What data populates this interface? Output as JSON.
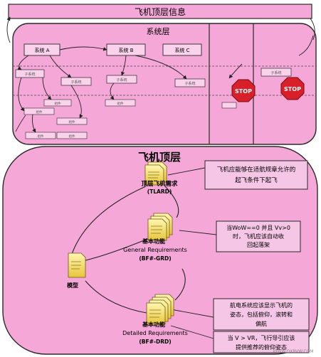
{
  "banner": {
    "title": "飞机顶层信息"
  },
  "systems_panel": {
    "title": "系统层",
    "systems": [
      "系统 A",
      "系统 B",
      "系统 C"
    ],
    "subsystem_label": "子系统",
    "minor_label": "组件",
    "stop_sign": "STOP"
  },
  "aircraft_panel": {
    "title": "飞机顶层",
    "tlard": {
      "line1": "顶层飞机需求",
      "line2": "(TLARD)"
    },
    "grd": {
      "line1": "基本功能",
      "line2": "General Requirements",
      "line3": "(BF#-GRD)"
    },
    "drd": {
      "line1": "基本功能",
      "line2": "Detailed Requirements",
      "line3": "(BF#-DRD)"
    },
    "model": {
      "label": "模型"
    },
    "notes": [
      {
        "line1": "飞机应能够在适航规章允许的",
        "line2": "起飞条件下起飞"
      },
      {
        "line1": "当WoW==0 并且 Vv>0",
        "line2": "时，飞机应该自动收",
        "line3": "回起落架"
      },
      {
        "line1": "航电系统应该显示飞机的",
        "line2": "姿态，包括俯仰，滚转和",
        "line3": "偏航"
      },
      {
        "line1": "当 V > VR，飞行导引应该",
        "line2": "提供推荐的俯仰姿态"
      }
    ],
    "watermark": "WWW.QXRVW.COM"
  },
  "colors": {
    "pink_fill": "#F5A8D8",
    "pink_light": "#FBD2EC",
    "border": "#2a2a2a",
    "note_fill": "#F6C6E6",
    "doc_fill": "#F7E36A",
    "stop_red": "#D8202A"
  }
}
